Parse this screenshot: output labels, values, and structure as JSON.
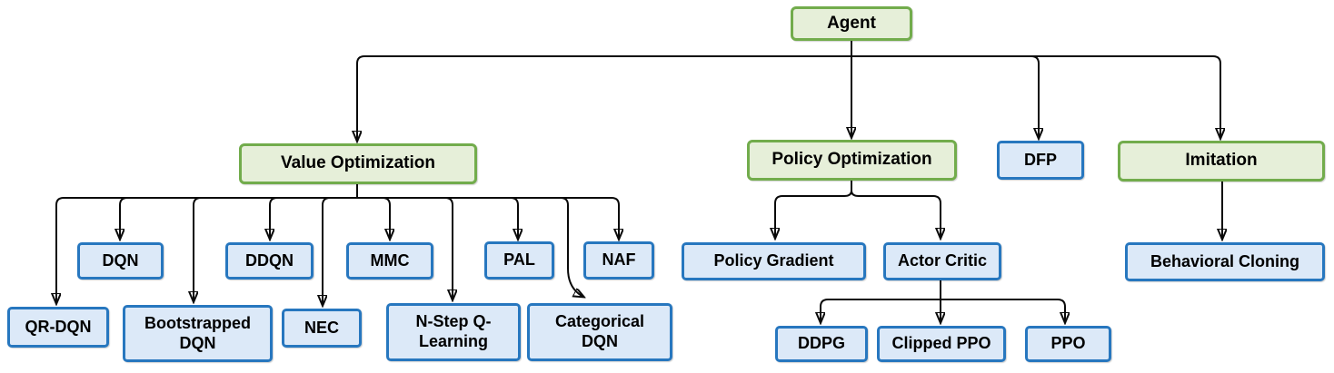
{
  "diagram": {
    "colors": {
      "green_fill": "#e6efd9",
      "green_border": "#72ac4c",
      "blue_fill": "#dce9f8",
      "blue_border": "#2777bf",
      "line": "#0a0a0a"
    },
    "nodes": [
      {
        "id": "agent",
        "label": "Agent",
        "kind": "green"
      },
      {
        "id": "value_optimization",
        "label": "Value Optimization",
        "kind": "green"
      },
      {
        "id": "policy_optimization",
        "label": "Policy Optimization",
        "kind": "green"
      },
      {
        "id": "dfp",
        "label": "DFP",
        "kind": "blue"
      },
      {
        "id": "imitation",
        "label": "Imitation",
        "kind": "green"
      },
      {
        "id": "dqn",
        "label": "DQN",
        "kind": "blue"
      },
      {
        "id": "ddqn",
        "label": "DDQN",
        "kind": "blue"
      },
      {
        "id": "mmc",
        "label": "MMC",
        "kind": "blue"
      },
      {
        "id": "pal",
        "label": "PAL",
        "kind": "blue"
      },
      {
        "id": "naf",
        "label": "NAF",
        "kind": "blue"
      },
      {
        "id": "qr_dqn",
        "label": "QR-DQN",
        "kind": "blue"
      },
      {
        "id": "bootstrapped_dqn",
        "label": "Bootstrapped DQN",
        "kind": "blue"
      },
      {
        "id": "nec",
        "label": "NEC",
        "kind": "blue"
      },
      {
        "id": "n_step_q_learning",
        "label": "N-Step Q-Learning",
        "kind": "blue"
      },
      {
        "id": "categorical_dqn",
        "label": "Categorical DQN",
        "kind": "blue"
      },
      {
        "id": "policy_gradient",
        "label": "Policy Gradient",
        "kind": "blue"
      },
      {
        "id": "actor_critic",
        "label": "Actor Critic",
        "kind": "blue"
      },
      {
        "id": "ddpg",
        "label": "DDPG",
        "kind": "blue"
      },
      {
        "id": "clipped_ppo",
        "label": "Clipped PPO",
        "kind": "blue"
      },
      {
        "id": "ppo",
        "label": "PPO",
        "kind": "blue"
      },
      {
        "id": "behavioral_cloning",
        "label": "Behavioral Cloning",
        "kind": "blue"
      }
    ],
    "edges": [
      {
        "from": "agent",
        "to": "value_optimization"
      },
      {
        "from": "agent",
        "to": "policy_optimization"
      },
      {
        "from": "agent",
        "to": "dfp"
      },
      {
        "from": "agent",
        "to": "imitation"
      },
      {
        "from": "value_optimization",
        "to": "dqn"
      },
      {
        "from": "value_optimization",
        "to": "ddqn"
      },
      {
        "from": "value_optimization",
        "to": "mmc"
      },
      {
        "from": "value_optimization",
        "to": "pal"
      },
      {
        "from": "value_optimization",
        "to": "naf"
      },
      {
        "from": "value_optimization",
        "to": "qr_dqn"
      },
      {
        "from": "value_optimization",
        "to": "bootstrapped_dqn"
      },
      {
        "from": "value_optimization",
        "to": "nec"
      },
      {
        "from": "value_optimization",
        "to": "n_step_q_learning"
      },
      {
        "from": "value_optimization",
        "to": "categorical_dqn"
      },
      {
        "from": "policy_optimization",
        "to": "policy_gradient"
      },
      {
        "from": "policy_optimization",
        "to": "actor_critic"
      },
      {
        "from": "actor_critic",
        "to": "ddpg"
      },
      {
        "from": "actor_critic",
        "to": "clipped_ppo"
      },
      {
        "from": "actor_critic",
        "to": "ppo"
      },
      {
        "from": "imitation",
        "to": "behavioral_cloning"
      }
    ]
  }
}
